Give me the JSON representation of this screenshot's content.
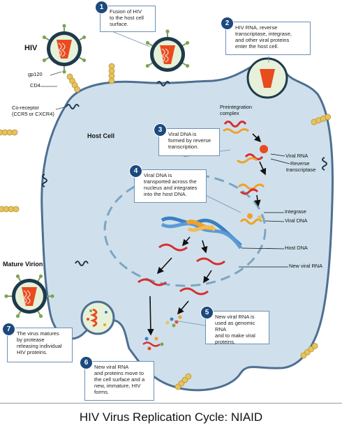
{
  "labels": {
    "hiv": "HIV",
    "gp120": "gp120",
    "cd4": "CD4",
    "coreceptor_line1": "Co-receptor",
    "coreceptor_line2": "(CCR5 or CXCR4)",
    "host_cell": "Host Cell",
    "mature_virion": "Mature Virion",
    "preintegration_line1": "Preintegration",
    "preintegration_line2": "complex",
    "viral_rna": "Viral RNA",
    "reverse_line1": "Reverse",
    "reverse_line2": "transcriptase",
    "integrase": "Integrase",
    "viral_dna": "Viral DNA",
    "host_dna": "Host DNA",
    "new_viral_rna": "New viral RNA"
  },
  "steps": [
    {
      "num": "1",
      "lines": [
        "Fusion of  HIV",
        "to the host cell",
        "surface."
      ]
    },
    {
      "num": "2",
      "lines": [
        "HIV RNA, reverse",
        "transcriptase, integrase,",
        "and other viral proteins",
        "enter the host cell."
      ]
    },
    {
      "num": "3",
      "lines": [
        "Viral DNA is",
        "formed by reverse",
        "transcription."
      ]
    },
    {
      "num": "4",
      "lines": [
        "Viral DNA is",
        "transported across the",
        "nucleus and integrates",
        "into the host DNA."
      ]
    },
    {
      "num": "5",
      "lines": [
        "New viral RNA is",
        "used as genomic RNA",
        "and to make viral",
        "proteins."
      ]
    },
    {
      "num": "6",
      "lines": [
        "New viral RNA",
        "and proteins move to",
        "the cell surface and a",
        "new, immature, HIV",
        "forms."
      ]
    },
    {
      "num": "7",
      "lines": [
        "The virus matures",
        "by protease",
        "releasing individual",
        "HIV proteins."
      ]
    }
  ],
  "caption": "HIV Virus Replication Cycle: NIAID",
  "colors": {
    "cell_fill": "#cfe0ec",
    "cell_border": "#4e6f92",
    "virus_ring": "#1e3a4c",
    "virus_core": "#e94a1e",
    "spike": "#7ea356",
    "receptor": "#e6c35c",
    "rna": "#d62f2f",
    "dna_blue": "#3b7fc2",
    "dna_orange": "#f0a12a",
    "step_badge": "#1c4a7e"
  }
}
